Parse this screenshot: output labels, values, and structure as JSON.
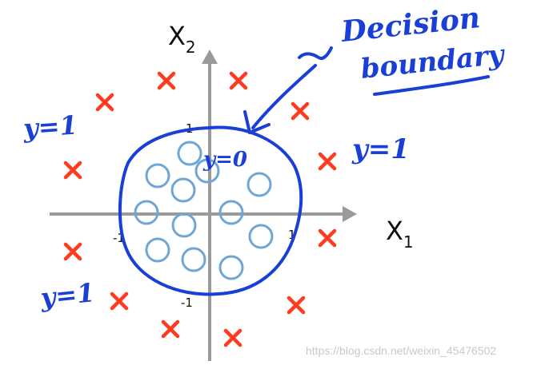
{
  "axes": {
    "x_label_main": "X",
    "x_label_sub": "1",
    "y_label_main": "X",
    "y_label_sub": "2",
    "tick_pos_x": "1",
    "tick_neg_x": "-1",
    "tick_pos_y": "1",
    "tick_neg_y": "-1"
  },
  "annotations": {
    "decision_line1": "Decision",
    "decision_line2": "boundary",
    "inside_label": "y=0",
    "top_left_label": "y=1",
    "right_label": "y=1",
    "bottom_left_label": "y=1"
  },
  "watermark": "https://blog.csdn.net/weixin_45476502",
  "colors": {
    "axis": "#9a9a9a",
    "handwriting": "#1a3fd6",
    "cross": "#ff3b1f",
    "circle": "#6fa6d6"
  },
  "icons": {
    "negative_example": "circle-icon",
    "positive_example": "cross-icon"
  }
}
